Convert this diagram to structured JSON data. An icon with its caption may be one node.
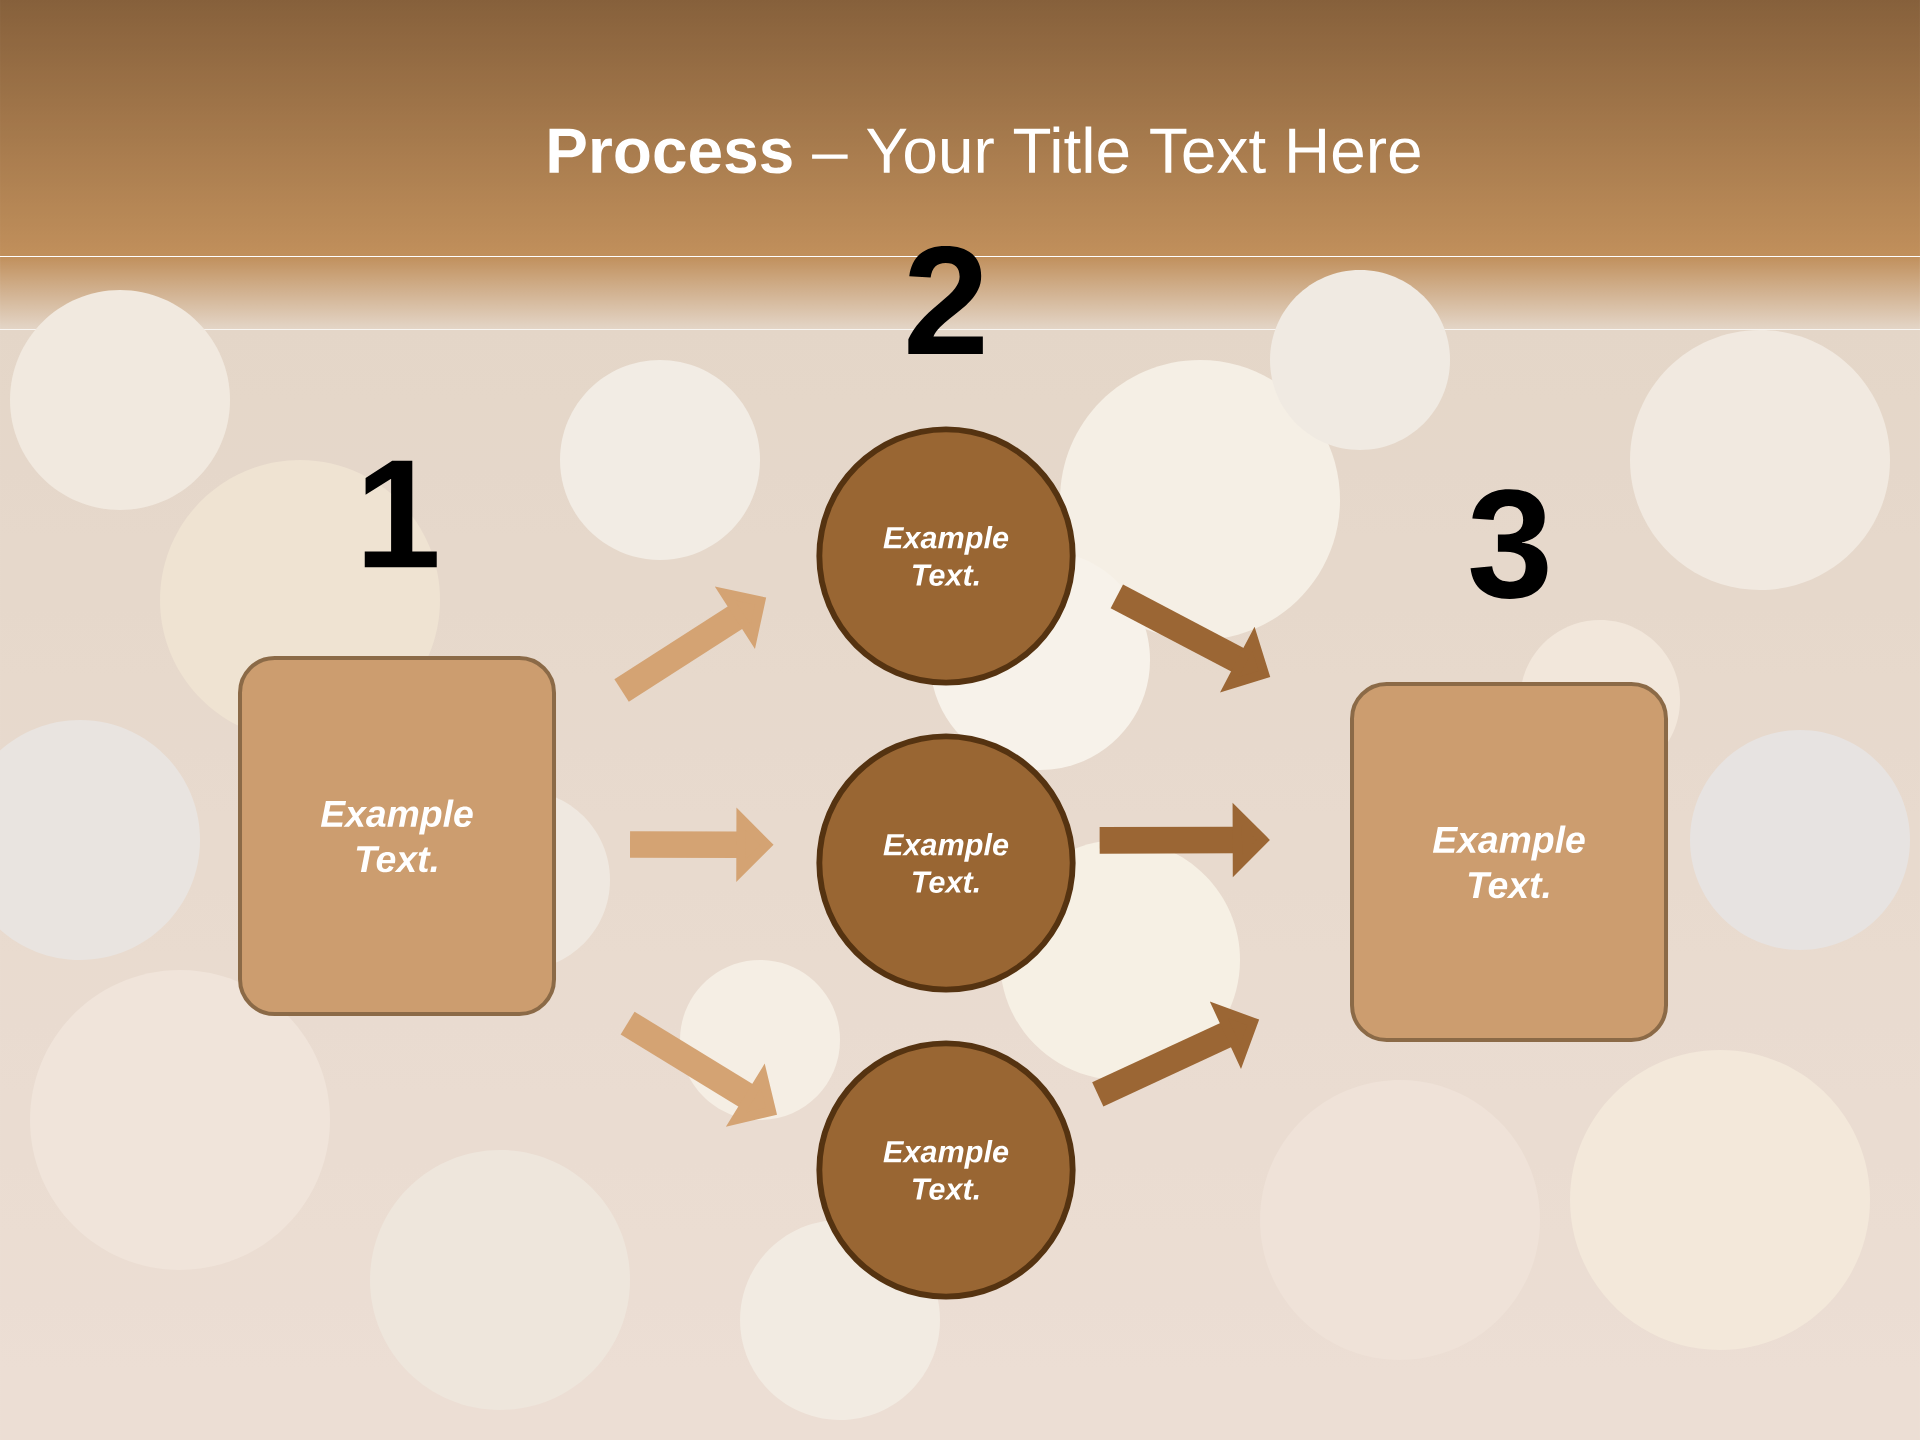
{
  "diagram": {
    "title": "**Process** – Your Title Text Here",
    "nodes": [
      {
        "text": [
          "Example Text."
        ],
        "beside": [
          "1"
        ]
      },
      {
        "text": [
          "Example Text."
        ],
        "beside": [
          "2"
        ]
      },
      {
        "text": [
          "Example Text."
        ]
      },
      {
        "text": [
          "Example Text."
        ]
      },
      {
        "text": [
          "Example Text."
        ],
        "beside": [
          "3"
        ]
      }
    ],
    "edges": [
      {
        "from": 0,
        "to": 1,
        "arrow": "to",
        "color": "#d4a373"
      },
      {
        "from": 0,
        "to": 2,
        "arrow": "to",
        "color": "#d4a373"
      },
      {
        "from": 0,
        "to": 3,
        "arrow": "to",
        "color": "#d4a373"
      },
      {
        "from": 1,
        "to": 4,
        "arrow": "to",
        "color": "#9b6634"
      },
      {
        "from": 2,
        "to": 4,
        "arrow": "to",
        "color": "#9b6634"
      },
      {
        "from": 3,
        "to": 4,
        "arrow": "to",
        "color": "#9b6634"
      }
    ]
  }
}
